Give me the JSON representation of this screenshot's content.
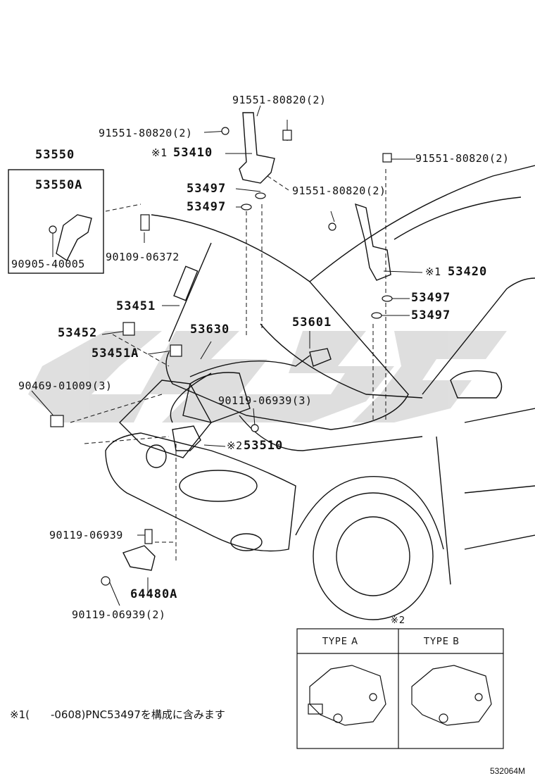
{
  "parts": {
    "p53550": "53550",
    "p53550A": "53550A",
    "p90905": "90905-40005",
    "p90109": "90109-06372",
    "p91551_top": "91551-80820(2)",
    "p91551_left": "91551-80820(2)",
    "p91551_right": "91551-80820(2)",
    "p91551_mid": "91551-80820(2)",
    "p53410": "53410",
    "p53410_mark": "※1",
    "p53497_a": "53497",
    "p53497_b": "53497",
    "p53497_c": "53497",
    "p53497_d": "53497",
    "p53420": "53420",
    "p53420_mark": "※1",
    "p53451": "53451",
    "p53452": "53452",
    "p53451A": "53451A",
    "p53630": "53630",
    "p53601": "53601",
    "p90469": "90469-01009(3)",
    "p90119_a": "90119-06939(3)",
    "p53510": "53510",
    "p53510_mark": "※2",
    "p90119_b": "90119-06939",
    "p64480A": "64480A",
    "p90119_c": "90119-06939(2)"
  },
  "inset": {
    "mark": "※2",
    "type_a": "TYPE A",
    "type_b": "TYPE B"
  },
  "footnote": "※1(　　-0608)PNC53497を構成に含みます",
  "diagram_code": "532064M",
  "watermark_color": "#d9d9d9"
}
